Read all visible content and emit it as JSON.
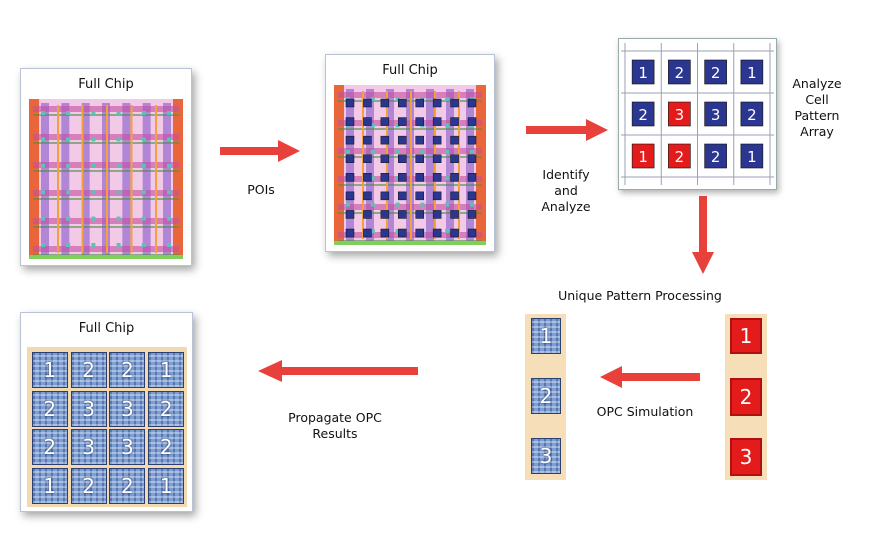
{
  "boxes": {
    "chip1_title": "Full Chip",
    "chip2_title": "Full Chip",
    "chip3_title": "Full Chip"
  },
  "labels": {
    "pois": "POIs",
    "identify": [
      "Identify",
      "and",
      "Analyze"
    ],
    "analyze_cell": [
      "Analyze",
      "Cell",
      "Pattern",
      "Array"
    ],
    "unique": "Unique Pattern Processing",
    "opc_sim": "OPC Simulation",
    "propagate": [
      "Propagate OPC",
      "Results"
    ]
  },
  "cell_array": [
    [
      "1",
      "2",
      "2",
      "1"
    ],
    [
      "2",
      "3",
      "3",
      "2"
    ],
    [
      "1",
      "2",
      "2",
      "1"
    ]
  ],
  "cell_array_red": [
    [
      1,
      1
    ],
    [
      2,
      0
    ],
    [
      2,
      1
    ]
  ],
  "unique_red": [
    "1",
    "2",
    "3"
  ],
  "unique_blue": [
    "1",
    "2",
    "3"
  ],
  "result_grid": [
    [
      "1",
      "2",
      "2",
      "1"
    ],
    [
      "2",
      "3",
      "3",
      "2"
    ],
    [
      "2",
      "3",
      "3",
      "2"
    ],
    [
      "1",
      "2",
      "2",
      "1"
    ]
  ],
  "colors": {
    "arrow": "#e8413b",
    "red_cell": "#e41b1b",
    "navy_cell": "#2a3690"
  }
}
